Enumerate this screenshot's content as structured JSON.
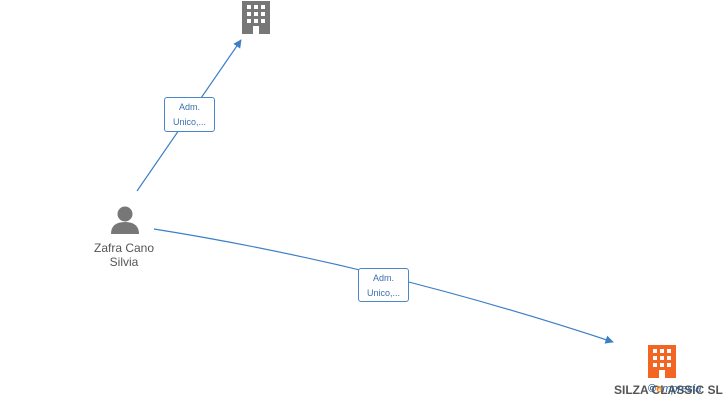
{
  "nodes": {
    "company_top": {
      "label": "",
      "color": "#777777",
      "icon": "building-icon"
    },
    "person": {
      "label_line1": "Zafra Cano",
      "label_line2": "Silvia",
      "color": "#777777",
      "icon": "person-icon"
    },
    "company_main": {
      "label": "SILZA CLASSIC SL",
      "color": "#f26522",
      "icon": "building-icon"
    }
  },
  "edges": [
    {
      "from": "person",
      "to": "company_top",
      "label_line1": "Adm.",
      "label_line2": "Unico,..."
    },
    {
      "from": "person",
      "to": "company_main",
      "label_line1": "Adm.",
      "label_line2": "Unico,..."
    }
  ],
  "colors": {
    "edge": "#3d7fc7",
    "label_border": "#4a86c8"
  },
  "watermark": {
    "symbol": "©",
    "brand_e": "e",
    "brand_rest": "mpresia"
  }
}
